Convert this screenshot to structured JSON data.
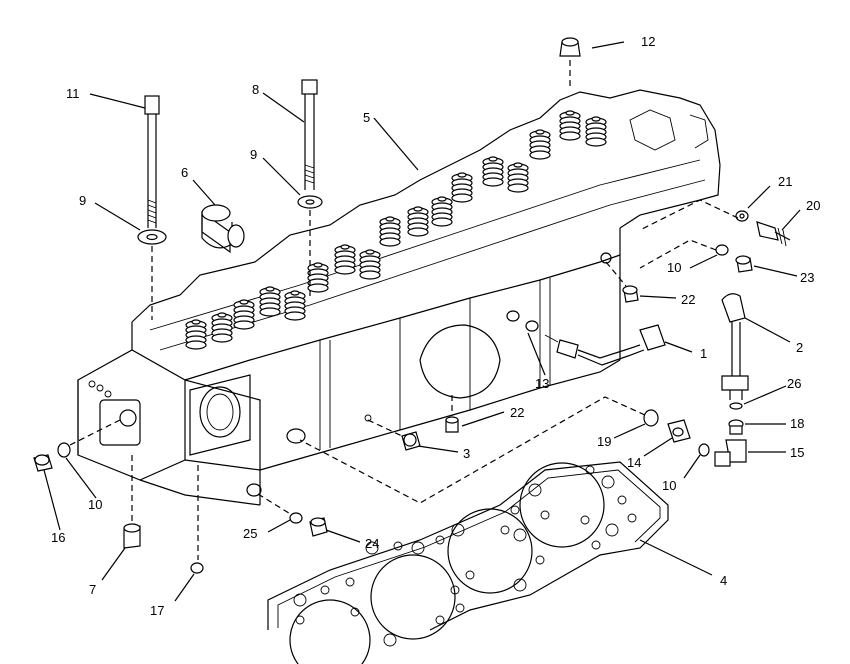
{
  "callouts": [
    {
      "id": "c1",
      "text": "1"
    },
    {
      "id": "c2",
      "text": "2"
    },
    {
      "id": "c3",
      "text": "3"
    },
    {
      "id": "c4",
      "text": "4"
    },
    {
      "id": "c5",
      "text": "5"
    },
    {
      "id": "c6",
      "text": "6"
    },
    {
      "id": "c7",
      "text": "7"
    },
    {
      "id": "c8",
      "text": "8"
    },
    {
      "id": "c9a",
      "text": "9"
    },
    {
      "id": "c9b",
      "text": "9"
    },
    {
      "id": "c10a",
      "text": "10"
    },
    {
      "id": "c10b",
      "text": "10"
    },
    {
      "id": "c10c",
      "text": "10"
    },
    {
      "id": "c11",
      "text": "11"
    },
    {
      "id": "c12",
      "text": "12"
    },
    {
      "id": "c13",
      "text": "13"
    },
    {
      "id": "c14",
      "text": "14"
    },
    {
      "id": "c15",
      "text": "15"
    },
    {
      "id": "c16",
      "text": "16"
    },
    {
      "id": "c17",
      "text": "17"
    },
    {
      "id": "c18",
      "text": "18"
    },
    {
      "id": "c19",
      "text": "19"
    },
    {
      "id": "c20",
      "text": "20"
    },
    {
      "id": "c21",
      "text": "21"
    },
    {
      "id": "c22a",
      "text": "22"
    },
    {
      "id": "c22b",
      "text": "22"
    },
    {
      "id": "c23",
      "text": "23"
    },
    {
      "id": "c24",
      "text": "24"
    },
    {
      "id": "c25",
      "text": "25"
    },
    {
      "id": "c26",
      "text": "26"
    }
  ]
}
